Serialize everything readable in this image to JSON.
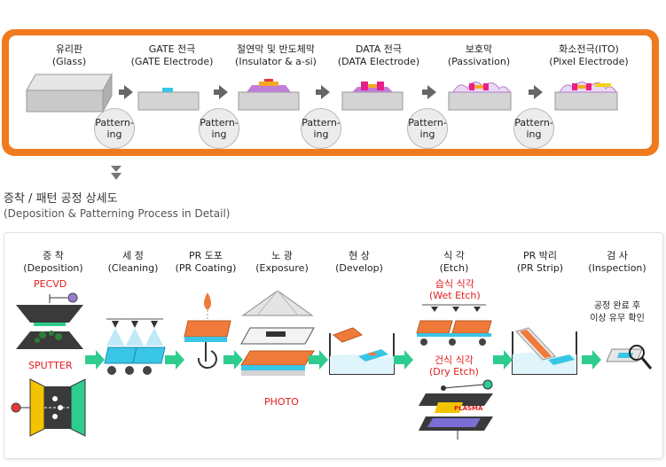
{
  "top_process": {
    "steps": [
      {
        "name_ko": "유리판",
        "name_en": "(Glass)"
      },
      {
        "name_ko": "GATE 전극",
        "name_en": "(GATE Electrode)"
      },
      {
        "name_ko": "절연막 및 반도체막",
        "name_en": "(Insulator & a-si)"
      },
      {
        "name_ko": "DATA 전극",
        "name_en": "(DATA Electrode)"
      },
      {
        "name_ko": "보호막",
        "name_en": "(Passivation)"
      },
      {
        "name_ko": "화소전극(ITO)",
        "name_en": "(Pixel Electrode)"
      }
    ],
    "patterning_label_1": "Pattern-",
    "patterning_label_2": "ing"
  },
  "section": {
    "title": "증착 / 패턴 공정 상세도",
    "subtitle": "(Deposition & Patterning Process in Detail)"
  },
  "detail_process": {
    "steps": [
      {
        "name_ko": "증 착",
        "name_en": "(Deposition)"
      },
      {
        "name_ko": "세 정",
        "name_en": "(Cleaning)"
      },
      {
        "name_ko": "PR 도포",
        "name_en": "(PR Coating)"
      },
      {
        "name_ko": "노 광",
        "name_en": "(Exposure)"
      },
      {
        "name_ko": "현 상",
        "name_en": "(Develop)"
      },
      {
        "name_ko": "식 각",
        "name_en": "(Etch)"
      },
      {
        "name_ko": "PR 박리",
        "name_en": "(PR Strip)"
      },
      {
        "name_ko": "검 사",
        "name_en": "(Inspection)"
      }
    ],
    "pecvd": "PECVD",
    "sputter": "SPUTTER",
    "photo": "PHOTO",
    "wet_etch_ko": "습식 식각",
    "wet_etch_en": "(Wet Etch)",
    "dry_etch_ko": "건식 식각",
    "dry_etch_en": "(Dry Etch)",
    "plasma": "PLASMA",
    "inspection_note_1": "공정 완료 후",
    "inspection_note_2": "이상 유무 확인"
  },
  "colors": {
    "frame_orange": "#f07a1e",
    "accent_red": "#e11d1d",
    "arrow_green": "#2ecc8f",
    "plate_orange": "#f07a3a",
    "cyan_layer": "#39c5e6"
  }
}
